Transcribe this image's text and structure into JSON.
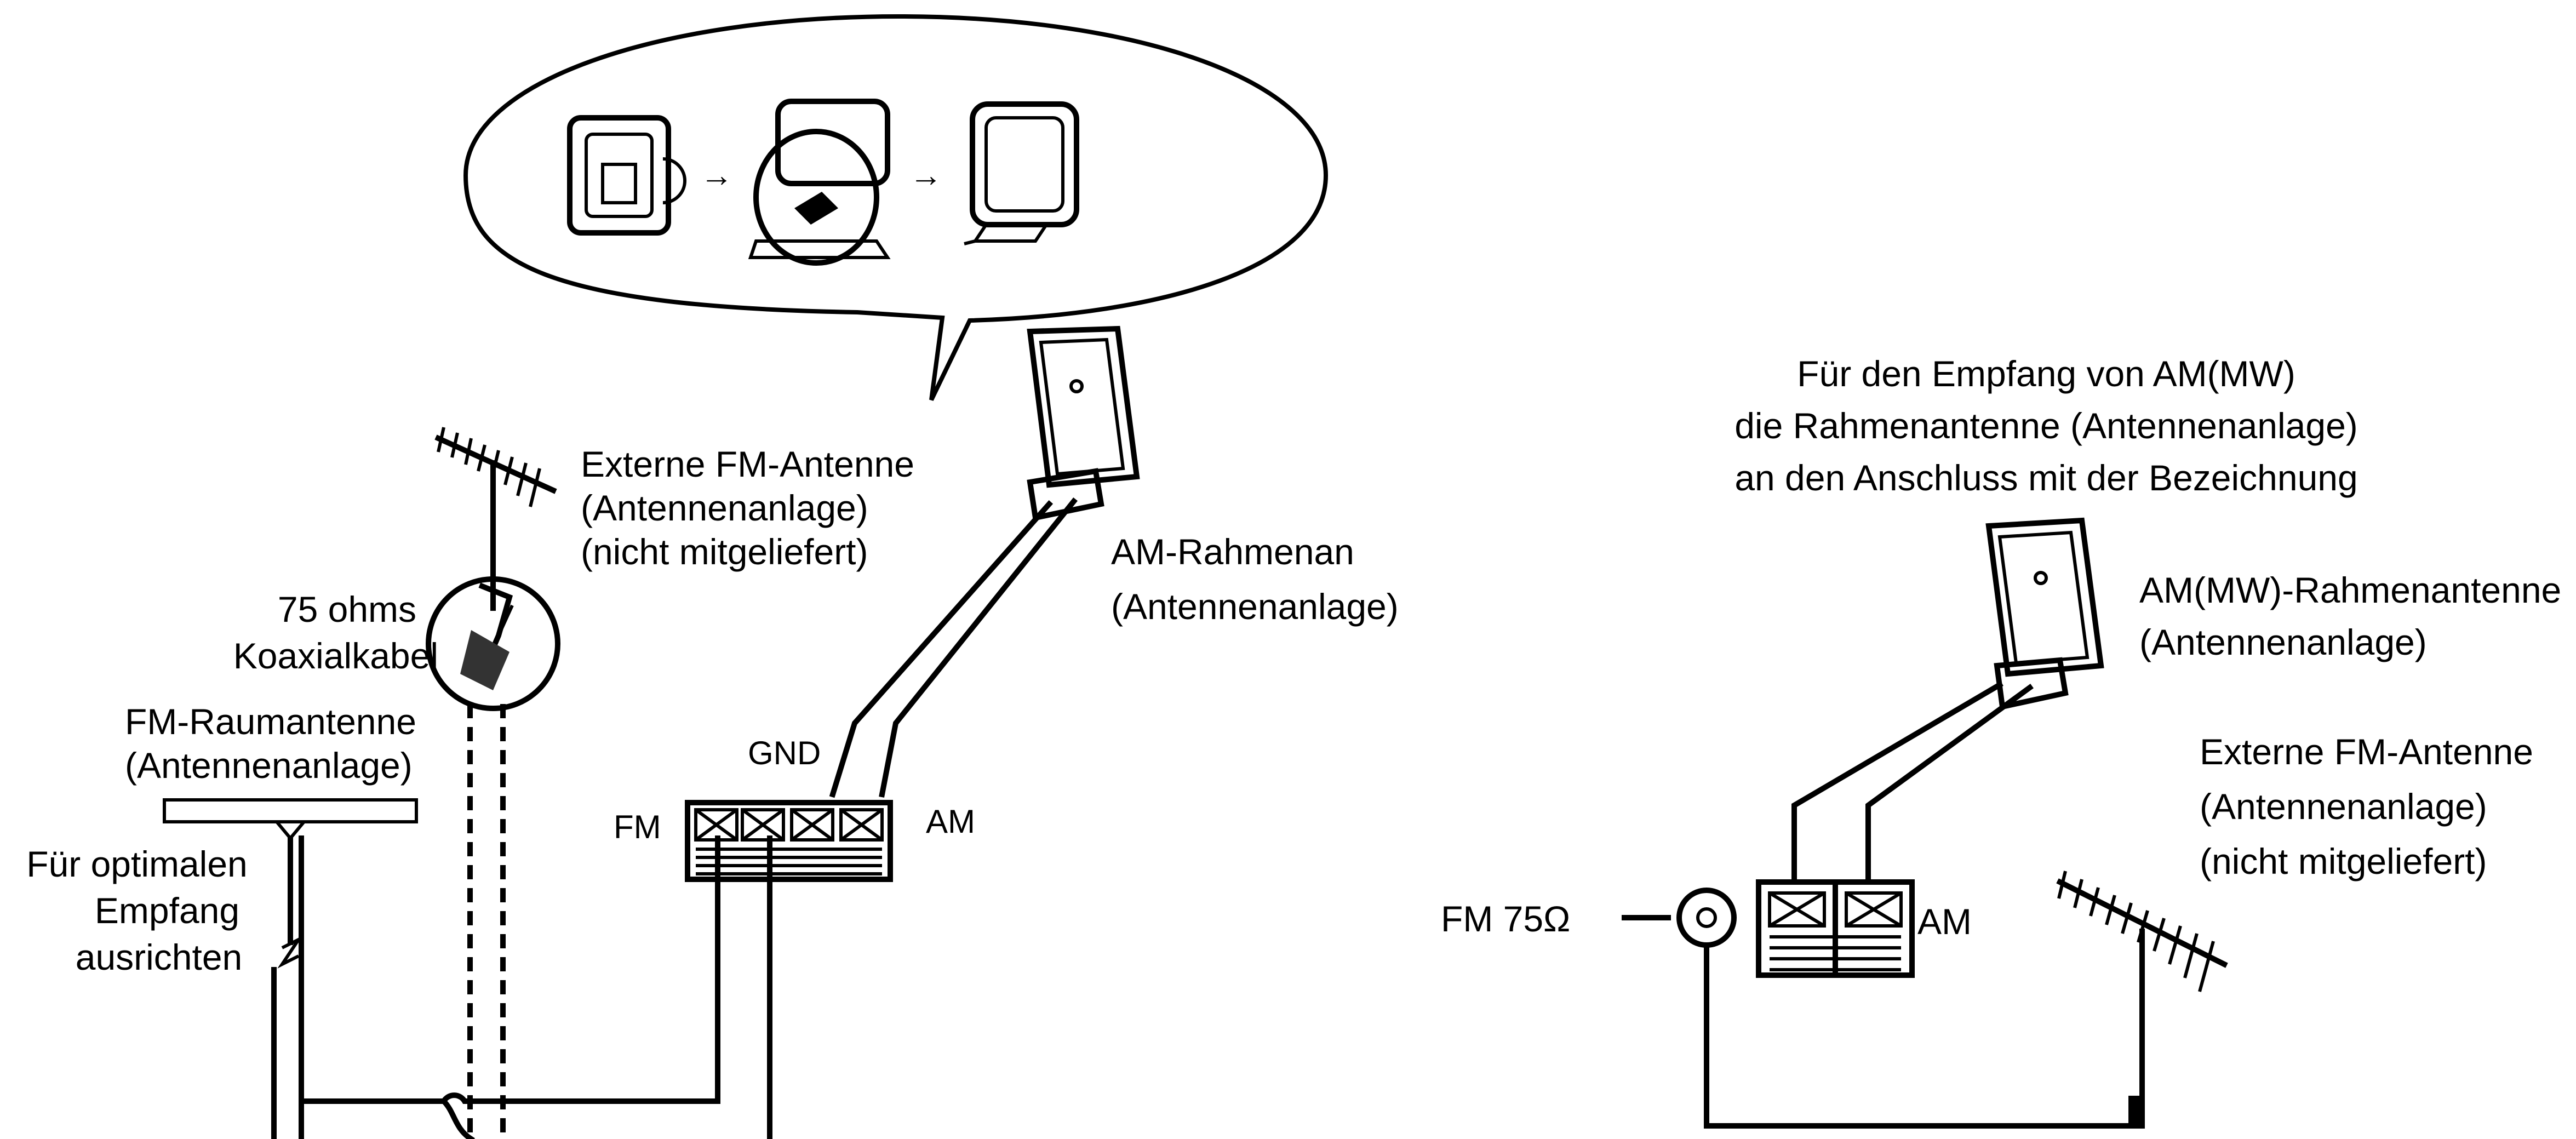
{
  "left_diagram": {
    "external_fm_antenna": [
      "Externe FM-Antenne",
      "(Antennenanlage)",
      "(nicht mitgeliefert)"
    ],
    "coax_cable": [
      "75 ohms",
      "Koaxialkabel"
    ],
    "fm_indoor_antenna": [
      "FM-Raumantenne",
      "(Antennenanlage)"
    ],
    "orientation_hint": [
      "Für optimalen",
      "Empfang",
      "ausrichten"
    ],
    "am_loop_antenna": [
      "AM-Rahmenan",
      "(Antennenanlage)"
    ],
    "terminal_fm": "FM",
    "terminal_gnd": "GND",
    "terminal_am": "AM"
  },
  "right_diagram": {
    "instruction": [
      "Für den Empfang von AM(MW)",
      "die Rahmenantenne (Antennenanlage)",
      "an den Anschluss mit der Bezeichnung"
    ],
    "am_mw_loop_antenna": [
      "AM(MW)-Rahmenantenne",
      "(Antennenanlage)"
    ],
    "external_fm_antenna": [
      "Externe FM-Antenne",
      "(Antennenanlage)",
      "(nicht mitgeliefert)"
    ],
    "fm_jack": "FM 75Ω",
    "am_label": "AM"
  }
}
